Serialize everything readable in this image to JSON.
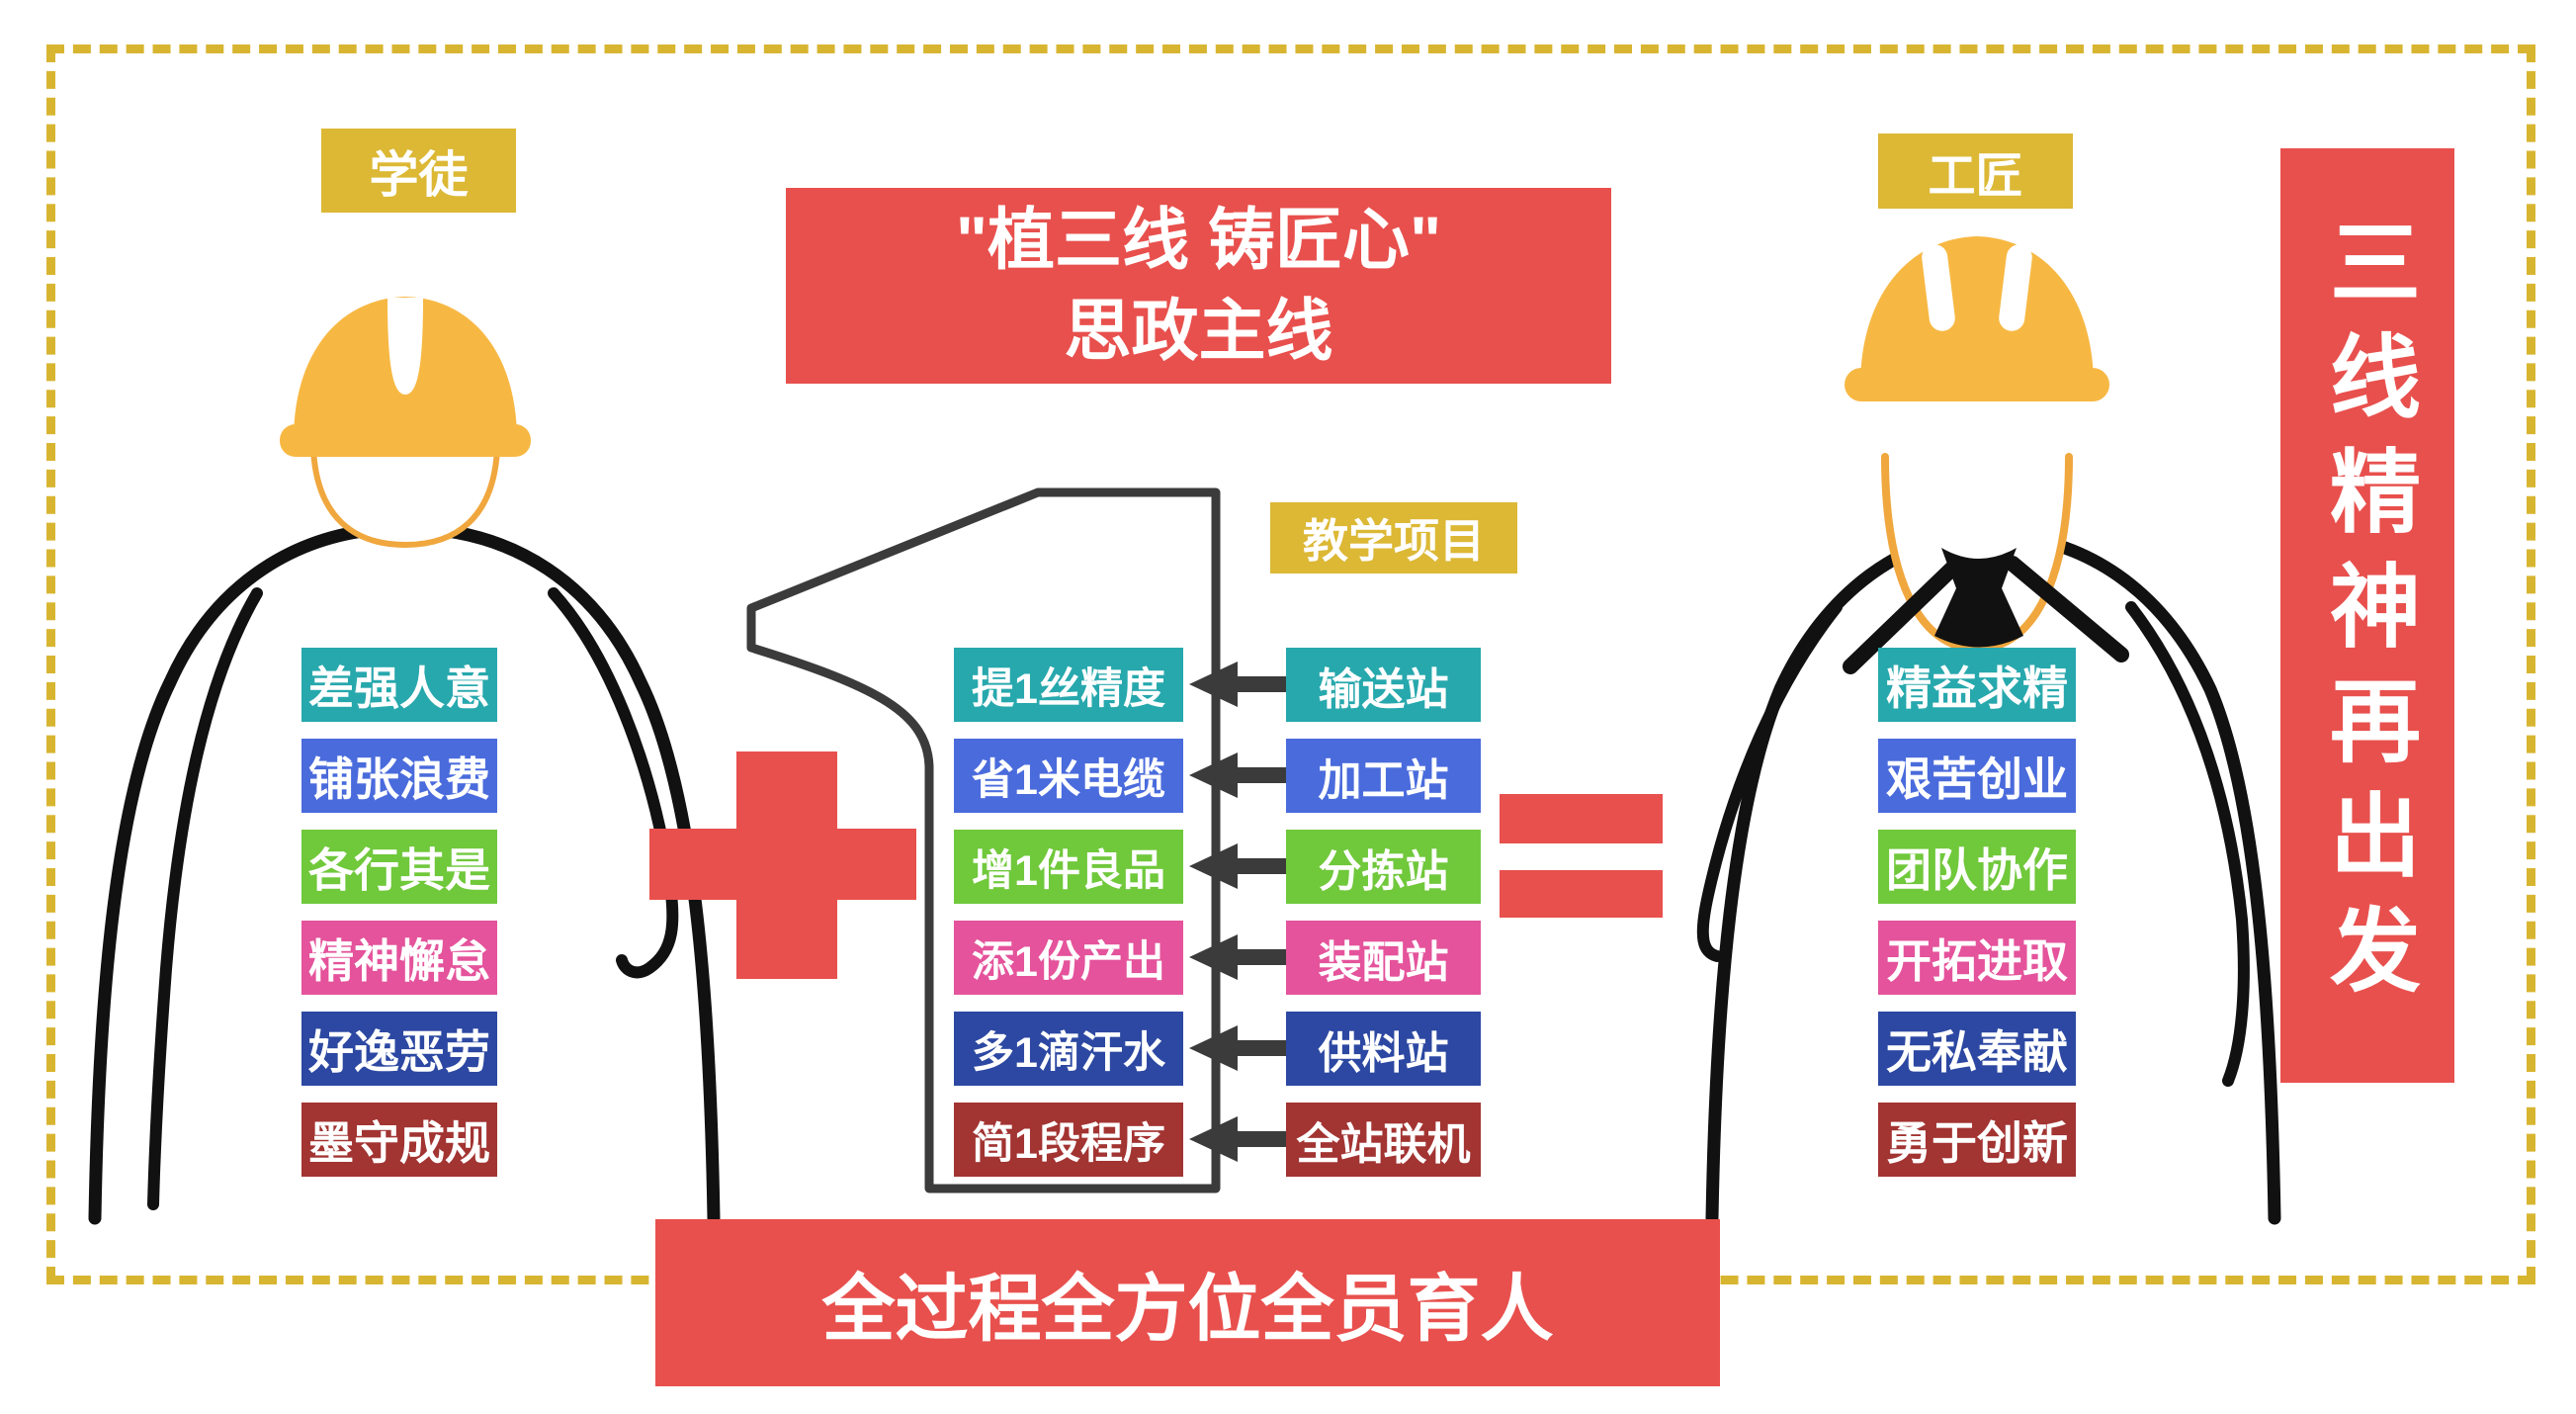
{
  "main_banner": {
    "line1": "\"植三线 铸匠心\"",
    "line2": "思政主线"
  },
  "apprentice": {
    "tag": "学徒",
    "traits": [
      {
        "label": "差强人意",
        "color": "#27A8AD"
      },
      {
        "label": "铺张浪费",
        "color": "#4A6BDC"
      },
      {
        "label": "各行其是",
        "color": "#70C83B"
      },
      {
        "label": "精神懈怠",
        "color": "#E4539B"
      },
      {
        "label": "好逸恶劳",
        "color": "#2C48A2"
      },
      {
        "label": "墨守成规",
        "color": "#A23432"
      }
    ]
  },
  "teaching": {
    "tag": "教学项目",
    "goals": [
      {
        "label": "提1丝精度",
        "color": "#27A8AD"
      },
      {
        "label": "省1米电缆",
        "color": "#4A6BDC"
      },
      {
        "label": "增1件良品",
        "color": "#70C83B"
      },
      {
        "label": "添1份产出",
        "color": "#E4539B"
      },
      {
        "label": "多1滴汗水",
        "color": "#2C48A2"
      },
      {
        "label": "简1段程序",
        "color": "#A23432"
      }
    ],
    "stations": [
      {
        "label": "输送站",
        "color": "#27A8AD"
      },
      {
        "label": "加工站",
        "color": "#4A6BDC"
      },
      {
        "label": "分拣站",
        "color": "#70C83B"
      },
      {
        "label": "装配站",
        "color": "#E4539B"
      },
      {
        "label": "供料站",
        "color": "#2C48A2"
      },
      {
        "label": "全站联机",
        "color": "#A23432"
      }
    ]
  },
  "craftsman": {
    "tag": "工匠",
    "virtues": [
      {
        "label": "精益求精",
        "color": "#27A8AD"
      },
      {
        "label": "艰苦创业",
        "color": "#4A6BDC"
      },
      {
        "label": "团队协作",
        "color": "#70C83B"
      },
      {
        "label": "开拓进取",
        "color": "#E4539B"
      },
      {
        "label": "无私奉献",
        "color": "#2C48A2"
      },
      {
        "label": "勇于创新",
        "color": "#A23432"
      }
    ]
  },
  "right_banner": {
    "text": "三线精神再出发"
  },
  "bottom_banner": {
    "text": "全过程全方位全员育人"
  },
  "colors": {
    "accent_red": "#E8504D",
    "tag_yellow": "#DCB835",
    "border_yellow": "#D8B531",
    "hat_yellow": "#F7B843",
    "face_orange": "#F0A73E",
    "numeral_outline": "#3B3B3B",
    "figure_outline": "#111111"
  }
}
